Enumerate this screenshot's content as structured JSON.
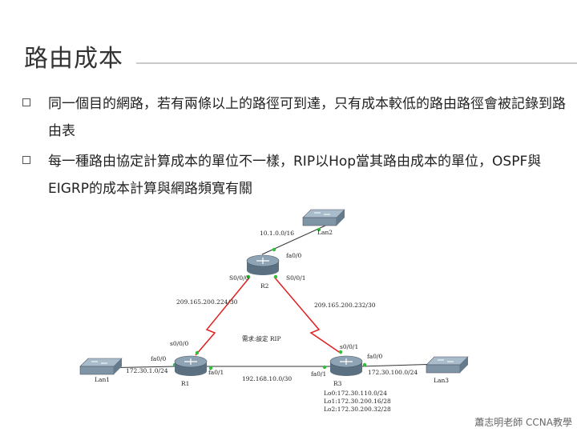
{
  "slide": {
    "title": "路由成本",
    "bullets": [
      {
        "text": "同一個目的網路，若有兩條以上的路徑可到達，只有成本較低的路由路徑會被記錄到路由表"
      },
      {
        "text": "每一種路由協定計算成本的單位不一樣，RIP以Hop當其路由成本的單位，OSPF與EIGRP的成本計算與網路頻寬有關"
      }
    ],
    "footer": "蕭志明老師 CCNA教學"
  },
  "diagram": {
    "colors": {
      "router": "#6a7f8f",
      "switch": "#8fa3b3",
      "serial": "#e02020",
      "ethernet": "#333333",
      "port_dot": "#2fbf3a"
    },
    "devices": {
      "lan2": "Lan2",
      "r2": "R2",
      "r1": "R1",
      "r3": "R3",
      "lan1": "Lan1",
      "lan3": "Lan3"
    },
    "labels": {
      "lan2_net": "10.1.0.0/16",
      "r2_fa00": "fa0/0",
      "r2_s000": "S0/0/0",
      "r2_s001": "S0/0/1",
      "link_r1r2": "209.165.200.224/30",
      "link_r2r3": "209.165.200.232/30",
      "rip_note": "需求:設定 RIP",
      "r1_s000": "s0/0/0",
      "r1_fa00": "fa0/0",
      "r1_fa01": "fa0/1",
      "lan1_net": "172.30.1.0/24",
      "link_r1r3": "192.168.10.0/30",
      "r3_s001": "s0/0/1",
      "r3_fa00": "fa0/0",
      "r3_fa01": "fa0/1",
      "lan3_net": "172.30.100.0/24",
      "r3_lo0": "Lo0:172.30.110.0/24",
      "r3_lo1": "Lo1:172.30.200.16/28",
      "r3_lo2": "Lo2:172.30.200.32/28"
    }
  }
}
